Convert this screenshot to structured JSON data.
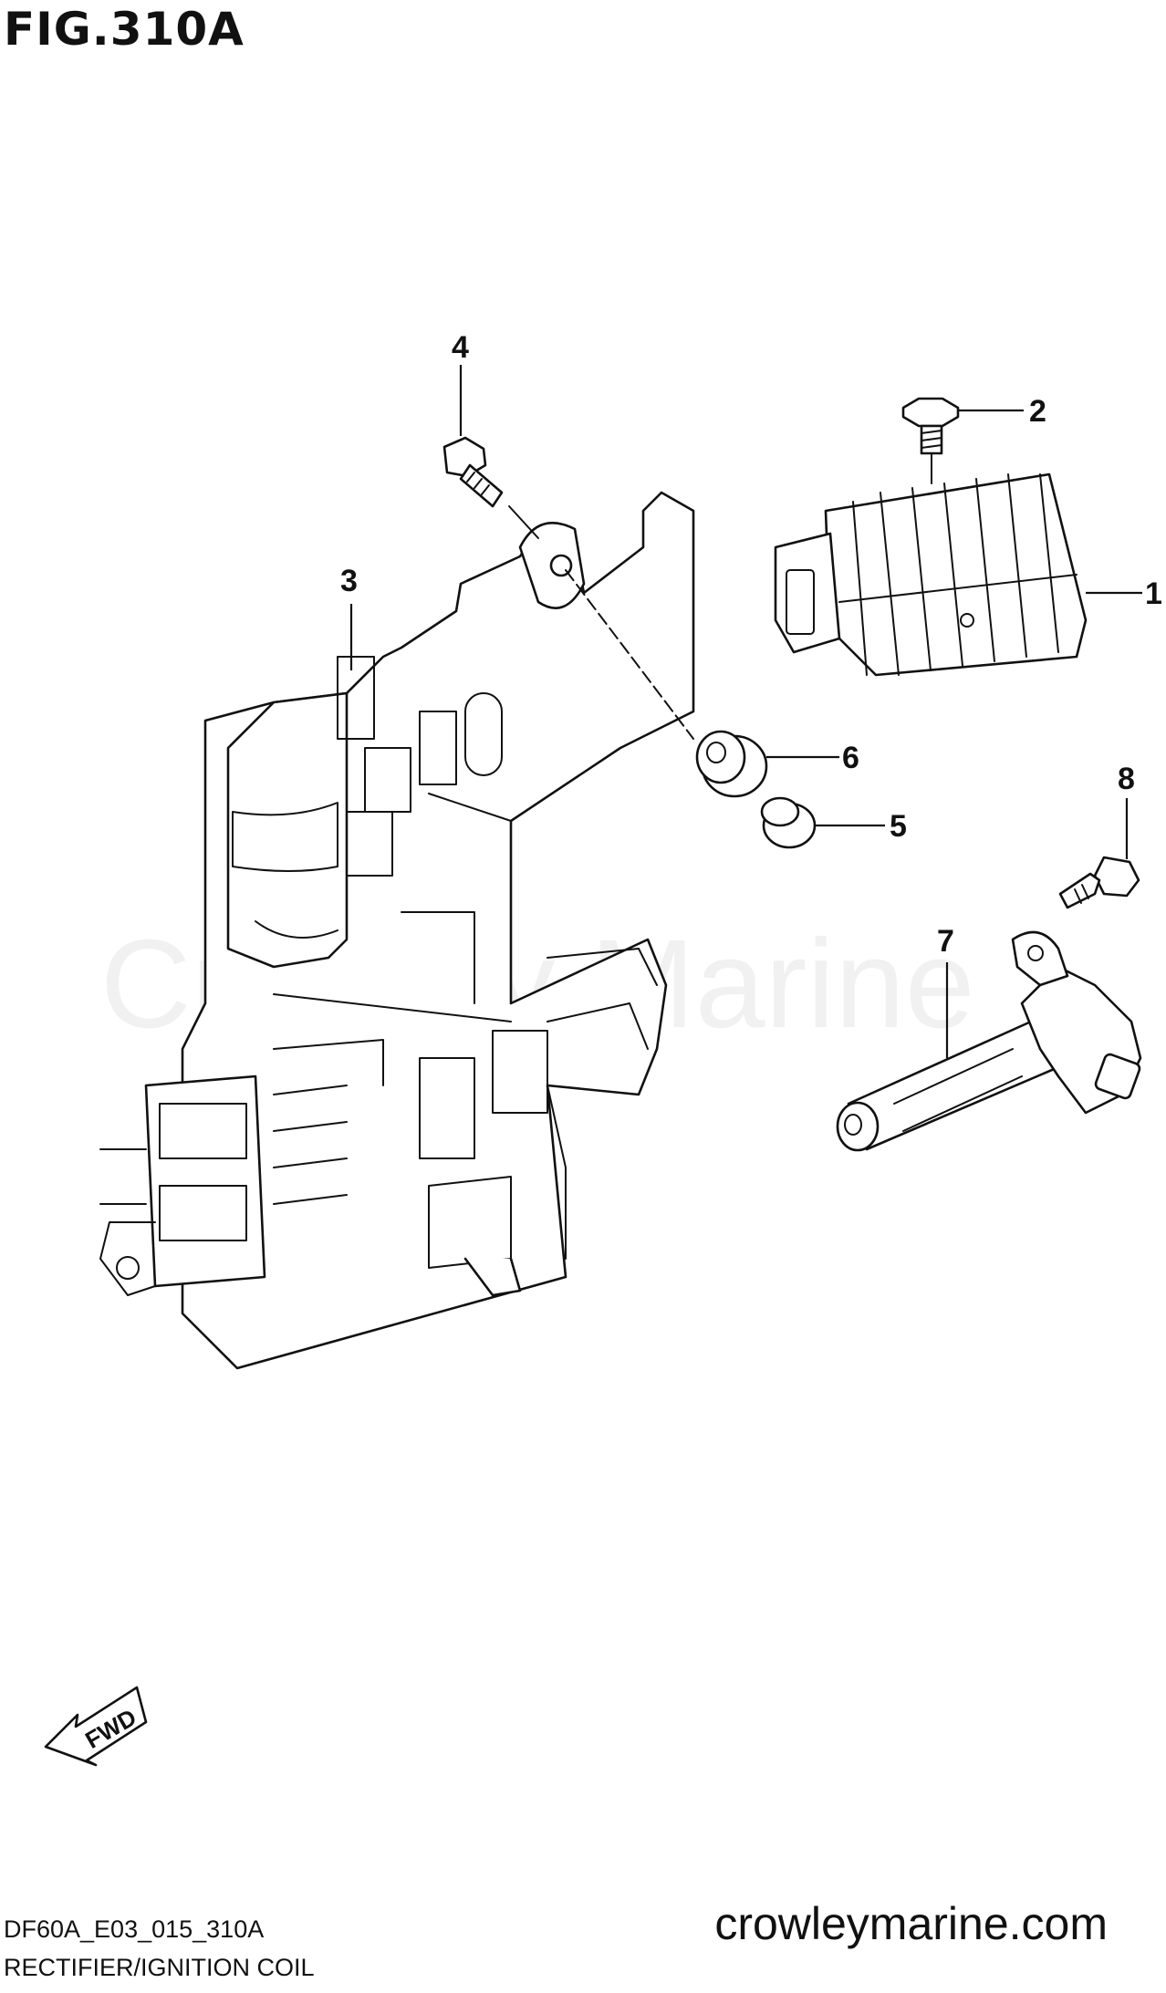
{
  "figure": {
    "title": "FIG.310A",
    "code": "DF60A_E03_015_310A",
    "caption": "RECTIFIER/IGNITION COIL",
    "watermark": "Crowley Marine",
    "site": "crowleymarine.com",
    "fwd_label": "FWD"
  },
  "callouts": [
    {
      "id": "1",
      "label": "1"
    },
    {
      "id": "2",
      "label": "2"
    },
    {
      "id": "3",
      "label": "3"
    },
    {
      "id": "4",
      "label": "4"
    },
    {
      "id": "5",
      "label": "5"
    },
    {
      "id": "6",
      "label": "6"
    },
    {
      "id": "7",
      "label": "7"
    },
    {
      "id": "8",
      "label": "8"
    }
  ]
}
